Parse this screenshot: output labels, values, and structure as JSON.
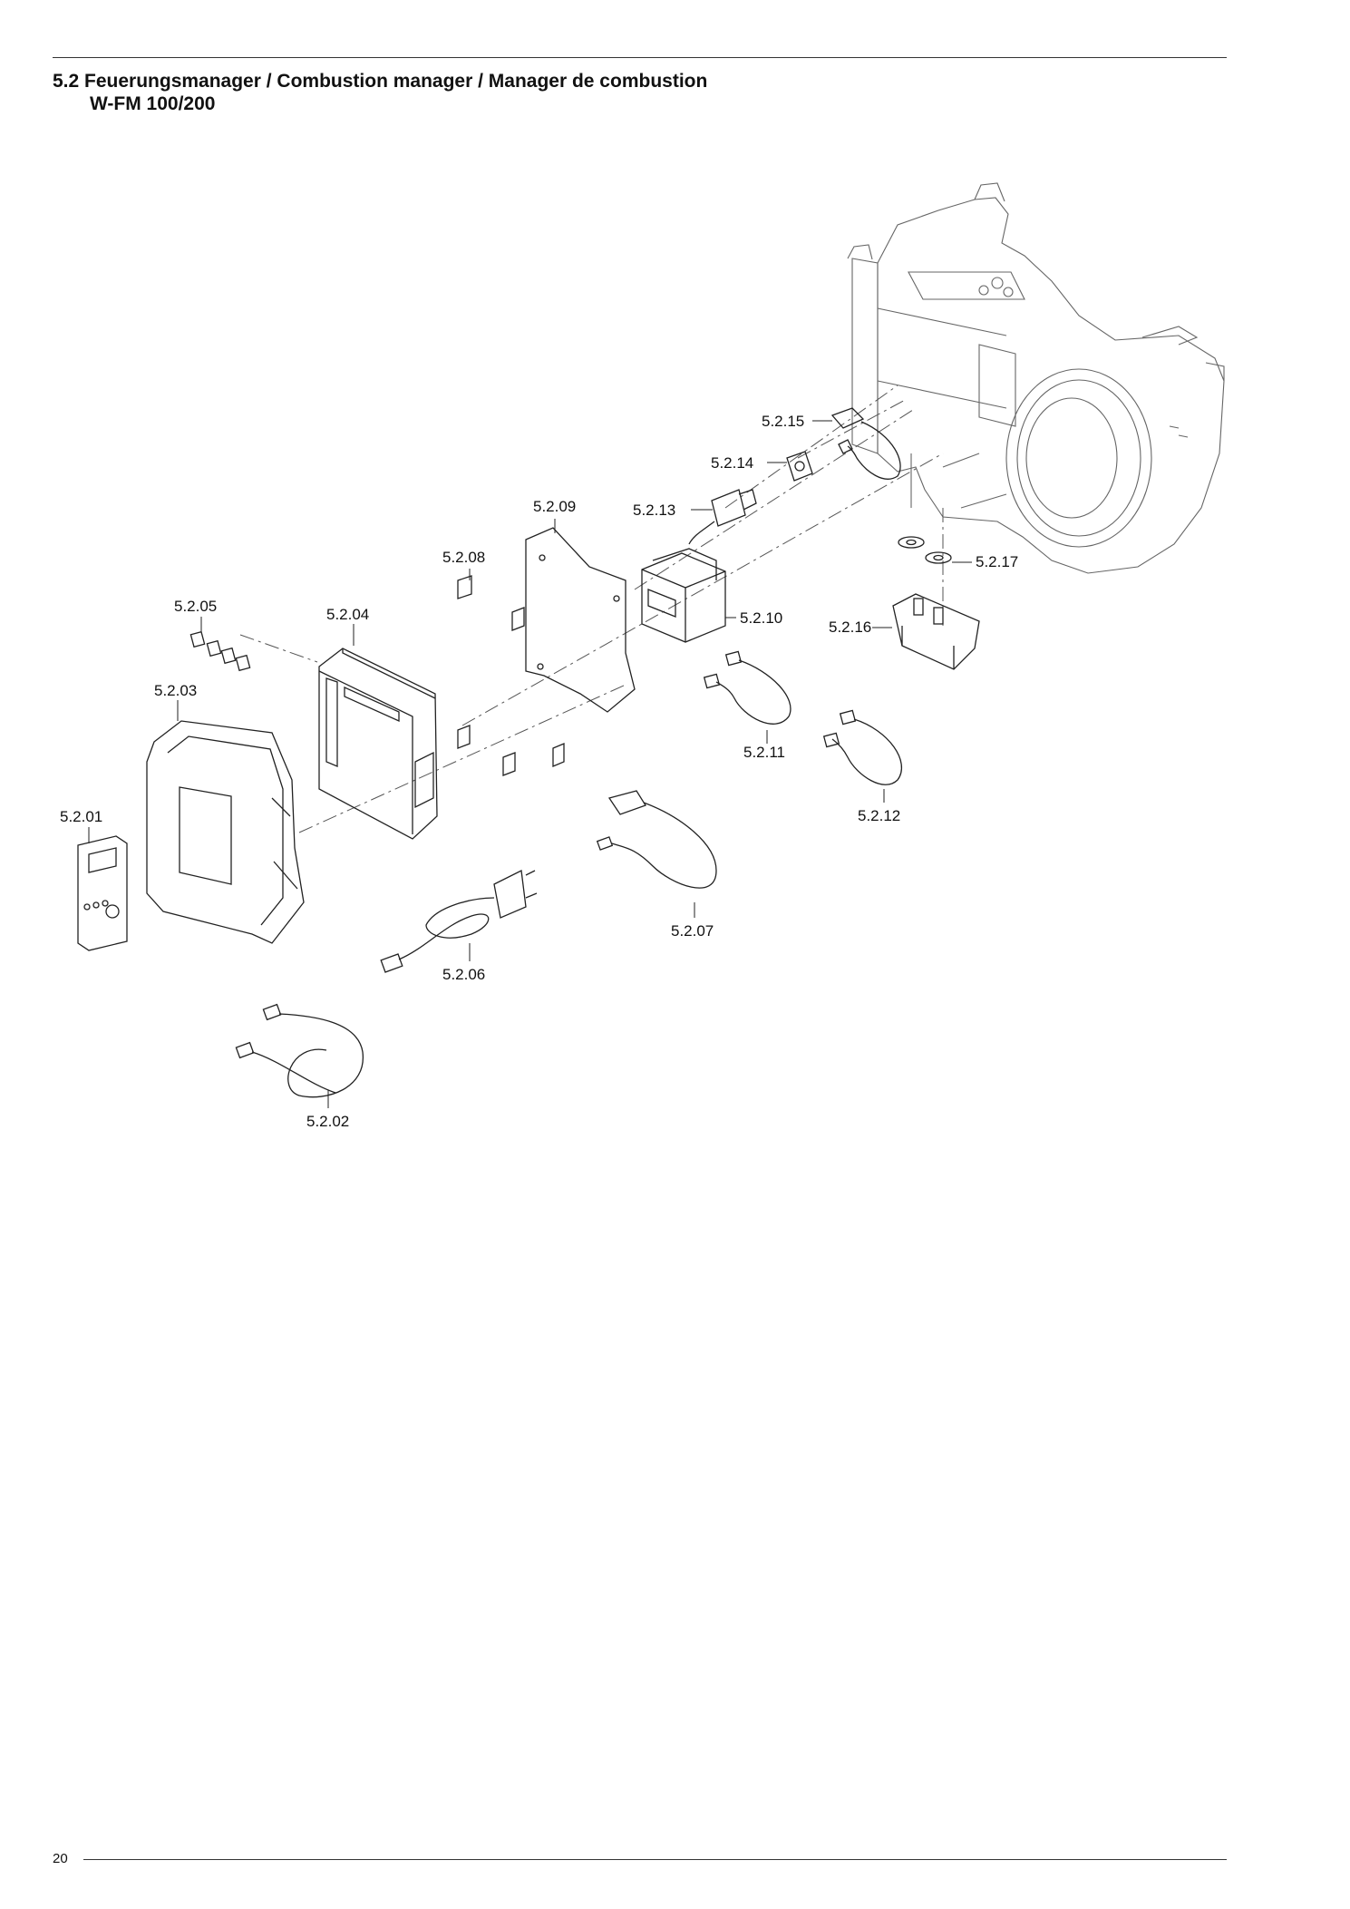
{
  "header": {
    "title_line1": "5.2 Feuerungsmanager / Combustion manager / Manager de combustion",
    "title_line2": "W-FM 100/200"
  },
  "footer": {
    "page_number": "20"
  },
  "parts": [
    {
      "id": "5.2.01"
    },
    {
      "id": "5.2.02"
    },
    {
      "id": "5.2.03"
    },
    {
      "id": "5.2.04"
    },
    {
      "id": "5.2.05"
    },
    {
      "id": "5.2.06"
    },
    {
      "id": "5.2.07"
    },
    {
      "id": "5.2.08"
    },
    {
      "id": "5.2.09"
    },
    {
      "id": "5.2.10"
    },
    {
      "id": "5.2.11"
    },
    {
      "id": "5.2.12"
    },
    {
      "id": "5.2.13"
    },
    {
      "id": "5.2.14"
    },
    {
      "id": "5.2.15"
    },
    {
      "id": "5.2.16"
    },
    {
      "id": "5.2.17"
    }
  ]
}
